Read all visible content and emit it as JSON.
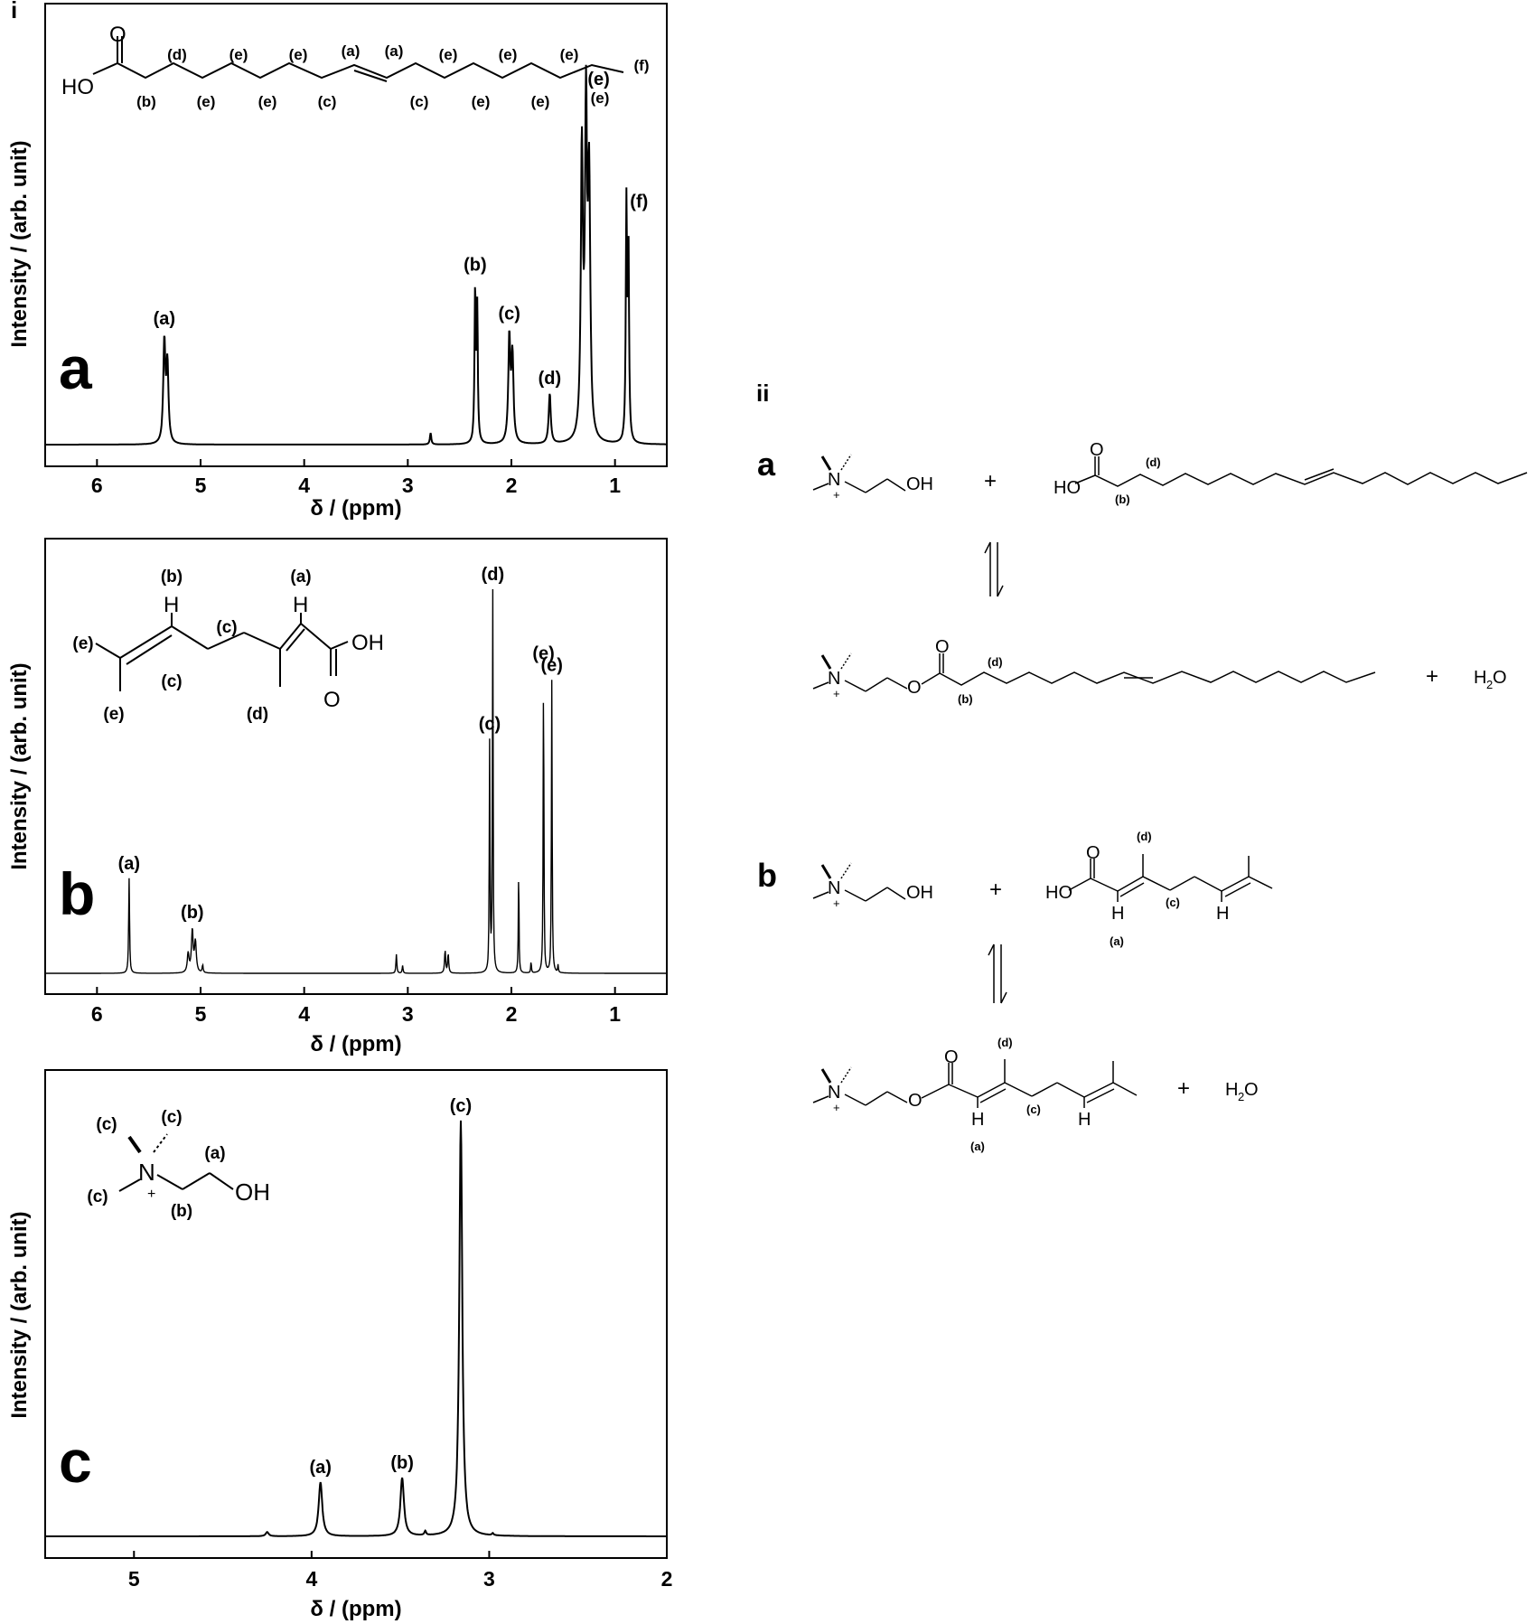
{
  "section_labels": {
    "nmr": "i",
    "scheme": "ii"
  },
  "chart_data": [
    {
      "type": "line",
      "panel_label": "a",
      "xlabel": "δ / (ppm)",
      "ylabel": "Intensity / (arb. unit)",
      "xlim": [
        6.5,
        0.5
      ],
      "x_reversed": true,
      "xticks": [
        6,
        5,
        4,
        3,
        2,
        1
      ],
      "ylim": [
        0,
        1.12
      ],
      "grid": false,
      "peaks": [
        {
          "x": 5.35,
          "y": 0.26,
          "w": 0.012,
          "label": "(a)"
        },
        {
          "x": 5.32,
          "y": 0.2,
          "w": 0.012,
          "label": ""
        },
        {
          "x": 2.78,
          "y": 0.03,
          "w": 0.008,
          "label": ""
        },
        {
          "x": 2.35,
          "y": 0.39,
          "w": 0.007,
          "label": "(b)"
        },
        {
          "x": 2.33,
          "y": 0.34,
          "w": 0.007,
          "label": ""
        },
        {
          "x": 2.02,
          "y": 0.27,
          "w": 0.012,
          "label": "(c)"
        },
        {
          "x": 1.99,
          "y": 0.22,
          "w": 0.012,
          "label": ""
        },
        {
          "x": 1.63,
          "y": 0.13,
          "w": 0.012,
          "label": "(d)"
        },
        {
          "x": 1.32,
          "y": 0.74,
          "w": 0.012,
          "label": ""
        },
        {
          "x": 1.28,
          "y": 0.82,
          "w": 0.012,
          "label": "(e)"
        },
        {
          "x": 1.25,
          "y": 0.65,
          "w": 0.013,
          "label": ""
        },
        {
          "x": 0.89,
          "y": 0.61,
          "w": 0.007,
          "label": "(f)"
        },
        {
          "x": 0.87,
          "y": 0.5,
          "w": 0.007,
          "label": ""
        }
      ],
      "molecule_labels": [
        "(a)",
        "(b)",
        "(c)",
        "(d)",
        "(e)",
        "(f)"
      ],
      "molecule_text": [
        "HO",
        "O"
      ]
    },
    {
      "type": "line",
      "panel_label": "b",
      "xlabel": "δ / (ppm)",
      "ylabel": "Intensity / (arb. unit)",
      "xlim": [
        6.5,
        0.5
      ],
      "x_reversed": true,
      "xticks": [
        6,
        5,
        4,
        3,
        2,
        1
      ],
      "ylim": [
        0,
        1.12
      ],
      "grid": false,
      "peaks": [
        {
          "x": 5.69,
          "y": 0.25,
          "w": 0.005,
          "label": "(a)"
        },
        {
          "x": 5.12,
          "y": 0.05,
          "w": 0.01,
          "label": ""
        },
        {
          "x": 5.08,
          "y": 0.11,
          "w": 0.01,
          "label": "(b)"
        },
        {
          "x": 5.05,
          "y": 0.08,
          "w": 0.01,
          "label": ""
        },
        {
          "x": 4.98,
          "y": 0.02,
          "w": 0.006,
          "label": ""
        },
        {
          "x": 3.11,
          "y": 0.05,
          "w": 0.005,
          "label": ""
        },
        {
          "x": 3.05,
          "y": 0.02,
          "w": 0.005,
          "label": ""
        },
        {
          "x": 2.64,
          "y": 0.06,
          "w": 0.006,
          "label": ""
        },
        {
          "x": 2.61,
          "y": 0.05,
          "w": 0.006,
          "label": ""
        },
        {
          "x": 2.21,
          "y": 0.6,
          "w": 0.004,
          "label": "(c)"
        },
        {
          "x": 2.18,
          "y": 1.0,
          "w": 0.004,
          "label": "(d)"
        },
        {
          "x": 1.93,
          "y": 0.27,
          "w": 0.004,
          "label": ""
        },
        {
          "x": 1.81,
          "y": 0.03,
          "w": 0.004,
          "label": ""
        },
        {
          "x": 1.69,
          "y": 0.8,
          "w": 0.004,
          "label": "(e)"
        },
        {
          "x": 1.61,
          "y": 0.77,
          "w": 0.004,
          "label": "(e)"
        },
        {
          "x": 1.55,
          "y": 0.02,
          "w": 0.004,
          "label": ""
        }
      ],
      "molecule_labels": [
        "(a)",
        "(b)",
        "(c)",
        "(d)",
        "(e)"
      ],
      "molecule_text": [
        "H",
        "OH",
        "O"
      ]
    },
    {
      "type": "line",
      "panel_label": "c",
      "xlabel": "δ / (ppm)",
      "ylabel": "Intensity / (arb. unit)",
      "xlim": [
        5.5,
        2.0
      ],
      "x_reversed": true,
      "xticks": [
        5,
        4,
        3,
        2
      ],
      "ylim": [
        0,
        1.1
      ],
      "grid": false,
      "peaks": [
        {
          "x": 4.25,
          "y": 0.01,
          "w": 0.01,
          "label": ""
        },
        {
          "x": 3.95,
          "y": 0.13,
          "w": 0.012,
          "label": "(a)"
        },
        {
          "x": 3.49,
          "y": 0.14,
          "w": 0.012,
          "label": "(b)"
        },
        {
          "x": 3.36,
          "y": 0.01,
          "w": 0.006,
          "label": ""
        },
        {
          "x": 3.16,
          "y": 1.0,
          "w": 0.01,
          "label": "(c)"
        },
        {
          "x": 2.98,
          "y": 0.005,
          "w": 0.006,
          "label": ""
        }
      ],
      "molecule_labels": [
        "(a)",
        "(b)",
        "(c)"
      ],
      "molecule_text": [
        "N",
        "+",
        "OH"
      ]
    }
  ],
  "scheme": {
    "a_label": "a",
    "b_label": "b",
    "choline_text": [
      "N",
      "+",
      "OH"
    ],
    "ester_o": "O",
    "plus": "+",
    "water": "H",
    "water_sub": "2",
    "water_o": "O",
    "acid_a_text": [
      "HO",
      "O"
    ],
    "acid_b_text": [
      "HO",
      "O",
      "H"
    ],
    "site_labels_a": [
      "(d)",
      "(b)"
    ],
    "site_labels_b": [
      "(d)",
      "(c)",
      "(a)"
    ]
  }
}
